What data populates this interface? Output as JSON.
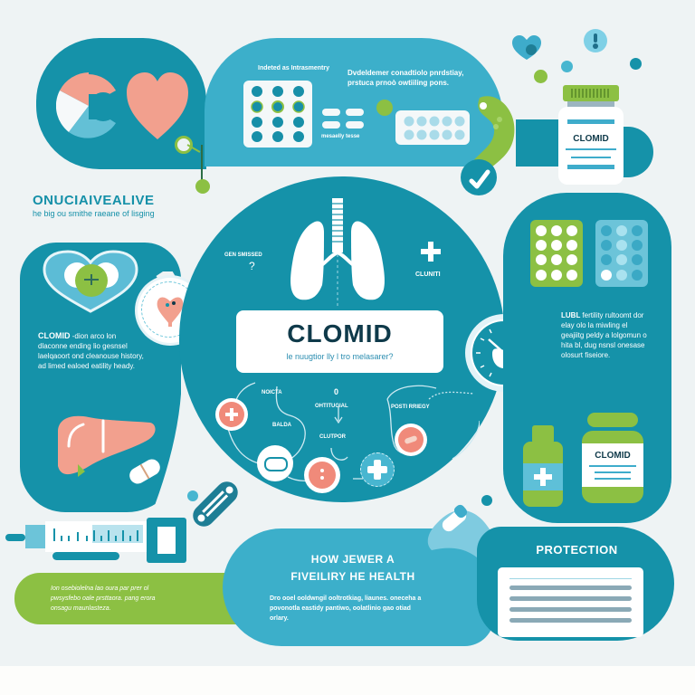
{
  "colors": {
    "teal_dark": "#1590a8",
    "teal_mid": "#2aa6c0",
    "teal_light": "#48b6d0",
    "green": "#8cc043",
    "coral": "#f2a08e",
    "background": "#eef3f4",
    "white": "#ffffff",
    "navy_text": "#0f3a4a"
  },
  "header": {
    "title": "ONUCIAIVEALIVE",
    "subtitle": "he big ou smithe raeane of lisging"
  },
  "top_panel": {
    "label_left": "Indeted as Intrasmentry",
    "description": "Dvdeldemer conadtiolo pnrdstiay, prstuca prnoò owtiiling pons.",
    "pill_caption": "mesaelly tesse"
  },
  "top_right_bottle": {
    "label": "CLOMID"
  },
  "left_panel": {
    "text_lead": "CLOMID",
    "text_body": "-dion arco lon dlaconne ending lio gesnsel laelqaoort ond cleanouse history, ad limed ealoed eatility heady."
  },
  "center": {
    "title": "CLOMID",
    "subtitle": "le nuugtior lly l tro melasarer?",
    "labels": {
      "top_left": "GEN SMISSED",
      "question": "?",
      "top_right": "CLUNITI",
      "node_a": "NOICTA",
      "node_b": "BALDA",
      "node_c": "OHTITUGIAL",
      "node_d": "CLUTPOR",
      "node_e": "POSTI RRIEGY",
      "node_c_marker": "0"
    }
  },
  "right_panel": {
    "text_lead": "LUBL",
    "text_body": "fertility rultoomt dor elay olo la miwling el geajiitg peldy a lolgomun o hita bl, dug nsnsl onesase olosurt fiseiore.",
    "bottle_label": "CLOMID"
  },
  "bottom_left_banner": {
    "text": "Ion osebiolelna lao oura par prer ol pwsysfebo oale prsttaora. pang erora onsagu maunlasteza."
  },
  "bottom_center": {
    "title_line1": "HOW JEWER A",
    "title_line2": "FIVEILIRY HE HEALTH",
    "body": "Dro ooel ooldwngil ooltrotkiag, liaunes. oneceha a povonotla eastidy pantiwo, oolatlinio gao otiad orlary."
  },
  "bottom_right": {
    "title": "PROTECTION"
  }
}
